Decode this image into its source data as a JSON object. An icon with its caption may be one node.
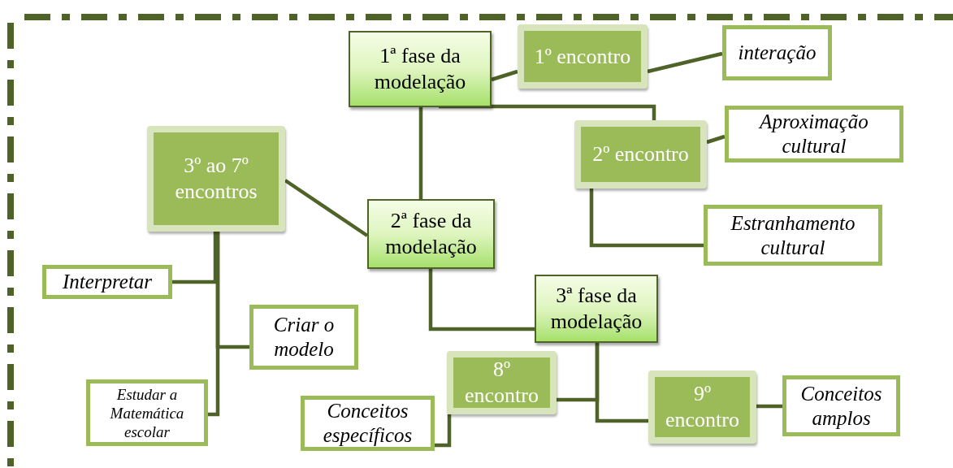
{
  "diagram": {
    "nodes": [
      {
        "text": [
          "1ª fase da modelação"
        ]
      },
      {
        "text": [
          "1º encontro"
        ]
      },
      {
        "text": [
          "interação"
        ]
      },
      {
        "text": [
          "2º encontro"
        ]
      },
      {
        "text": [
          "Aproximação cultural"
        ]
      },
      {
        "text": [
          "Estranhamento cultural"
        ]
      },
      {
        "text": [
          "3º ao  7º encontros"
        ]
      },
      {
        "text": [
          "2ª fase da modelação"
        ]
      },
      {
        "text": [
          "Interpretar"
        ]
      },
      {
        "text": [
          "Criar o modelo"
        ]
      },
      {
        "text": [
          "Estudar a Matemática escolar"
        ]
      },
      {
        "text": [
          "3ª fase da modelação"
        ]
      },
      {
        "text": [
          "8º encontro"
        ]
      },
      {
        "text": [
          "Conceitos específicos"
        ]
      },
      {
        "text": [
          "9º encontro"
        ]
      },
      {
        "text": [
          "Conceitos amplos"
        ]
      }
    ],
    "edges": [
      {
        "from": 0,
        "to": 1,
        "arrow": "none"
      },
      {
        "from": 1,
        "to": 2,
        "arrow": "none"
      },
      {
        "from": 0,
        "to": 3,
        "arrow": "none"
      },
      {
        "from": 3,
        "to": 4,
        "arrow": "none"
      },
      {
        "from": 3,
        "to": 5,
        "arrow": "none"
      },
      {
        "from": 0,
        "to": 7,
        "arrow": "none"
      },
      {
        "from": 6,
        "to": 7,
        "arrow": "none"
      },
      {
        "from": 6,
        "to": 8,
        "arrow": "none"
      },
      {
        "from": 6,
        "to": 9,
        "arrow": "none"
      },
      {
        "from": 6,
        "to": 10,
        "arrow": "none"
      },
      {
        "from": 7,
        "to": 11,
        "arrow": "none"
      },
      {
        "from": 11,
        "to": 12,
        "arrow": "none"
      },
      {
        "from": 11,
        "to": 14,
        "arrow": "none"
      },
      {
        "from": 14,
        "to": 15,
        "arrow": "none"
      },
      {
        "from": 12,
        "to": 13,
        "arrow": "none"
      }
    ]
  }
}
